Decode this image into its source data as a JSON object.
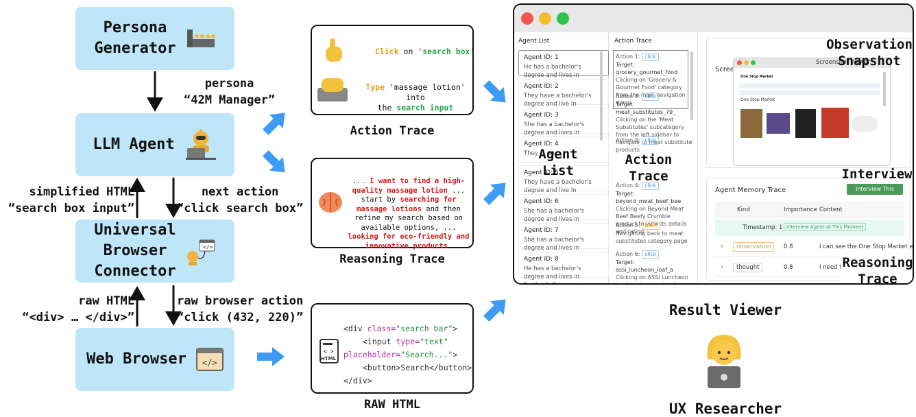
{
  "left": {
    "persona_box": "Persona\nGenerator",
    "llm_box": "LLM Agent",
    "ubc_box": "Universal\nBrowser\nConnector",
    "web_box": "Web Browser",
    "persona_label": "persona\n“42M Manager”",
    "simplified_label": "simplified HTML\n“search box input”",
    "next_label": "next action\n“click search box”",
    "raw_html_label": "raw HTML\n“<div> … </div>”",
    "raw_action_label": "raw browser action\n“click (432, 220)”"
  },
  "action_trace": {
    "click_word": "Click",
    "click_on": " on '",
    "click_target": "search box",
    "click_end": "'",
    "type_word": "Type",
    "type_text": " 'massage lotion' into",
    "type_the": "the ",
    "type_target": "search input",
    "caption": "Action Trace"
  },
  "reasoning_trace": {
    "p1": "... ",
    "h1": "I want to find a high-quality",
    "p2": " ",
    "h2": "massage lotion",
    "p3": " ... start by ",
    "h3": "searching for massage lotions",
    "p4": " and then refine my search based on available options, ... ",
    "h4": "looking for eco-friendly and innovative",
    "p5": " ",
    "h5": "products",
    "p6": ".",
    "caption": "Reasoning Trace"
  },
  "raw_html": {
    "l1a": "<div ",
    "l1b": "class=",
    "l1c": "\"search bar\"",
    "l1d": ">",
    "l2a": "<input ",
    "l2b": "type=",
    "l2c": "\"text\"",
    "l3a": "placeholder=",
    "l3b": "\"Search...\"",
    "l3c": ">",
    "l4a": "<button>",
    "l4b": "Search",
    "l4c": "</button>",
    "l5": "</div>",
    "icon_text": "HTML",
    "caption": "RAW HTML"
  },
  "viewer": {
    "agent_list_header": "Agent List",
    "agents": [
      {
        "id": "Agent ID: 1",
        "text": "He has a bachelor's degree and lives in Portland, Oregon, a..."
      },
      {
        "id": "Agent ID: 2",
        "text": "They have a bachelor's degree and live in Portland, Oregon, ..."
      },
      {
        "id": "Agent ID: 3",
        "text": "She has a bachelor's degree and lives in Portland, Oregon, ..."
      },
      {
        "id": "Agent ID: 4",
        "text": "They ... an..."
      },
      {
        "id": "Agent ID: 5",
        "text": "They have a bachelor's degree and live in Portland, Oregon,..."
      },
      {
        "id": "Agent ID: 6",
        "text": "She has a bachelor's degree and lives in Portland, Oregon, ..."
      },
      {
        "id": "Agent ID: 7",
        "text": "She has a bachelor's degree and lives in Portland, Oregon, ..."
      },
      {
        "id": "Agent ID: 8",
        "text": "He has a bachelor's degree and lives in Portland, Oregon, i..."
      }
    ],
    "action_trace_header": "Action Trace",
    "actions": [
      {
        "label": "Action 1:",
        "tag": "click",
        "target": "Target: grocery_gourmet_food",
        "text": "Clicking on 'Grocery & Gourmet Food' category from the main navigation menu"
      },
      {
        "label": "Action 2:",
        "tag": "click",
        "target": "Target: meat_substitutes_79_",
        "text": "Clicking on the 'Meat Substitutes' subcategory from the left sidebar to navigate to meat substitute products"
      },
      {
        "label": "Action 3:",
        "tag": "click",
        "target": "",
        "text": ""
      },
      {
        "label": "Action 4:",
        "tag": "click",
        "target": "Target: beyond_meat_beef_bee",
        "text": "Clicking on Beyond Meat Beef Beefy Crumble product to view its details and rating"
      },
      {
        "label": "Action 5:",
        "tag": "back",
        "target": "",
        "text": "Navigating back to meat substitutes category page"
      },
      {
        "label": "Action 6:",
        "tag": "click",
        "target": "Target: assi_luncheon_loaf_a",
        "text": "Clicking on ASSI Luncheon Loaf product to view its details and check its rating"
      }
    ],
    "screenshot_label": "Screenshot",
    "screenshot_title": "Screenshot Viewer",
    "store_name": "One Stop Market",
    "memory_title": "Agent Memory Trace",
    "interview_btn": "Interview This Agent",
    "cols": {
      "kind": "Kind",
      "importance": "Importance",
      "content": "Content"
    },
    "timestamp": "Timestamp: 1",
    "ts_tag": "Interview Agent at This Moment",
    "rows": [
      {
        "kind": "observation",
        "importance": "0.8",
        "content": "I can see the One Stop Market e-..."
      },
      {
        "kind": "thought",
        "importance": "0.8",
        "content": "I need to find"
      }
    ],
    "overlay_agent_list": "Agent\nList",
    "overlay_action_trace": "Action\nTrace",
    "overlay_obs": "Observation\nSnapshot",
    "overlay_interview": "Interview",
    "overlay_reasoning": "Reasoning\nTrace"
  },
  "result_viewer": "Result Viewer",
  "ux_researcher": "UX Researcher"
}
